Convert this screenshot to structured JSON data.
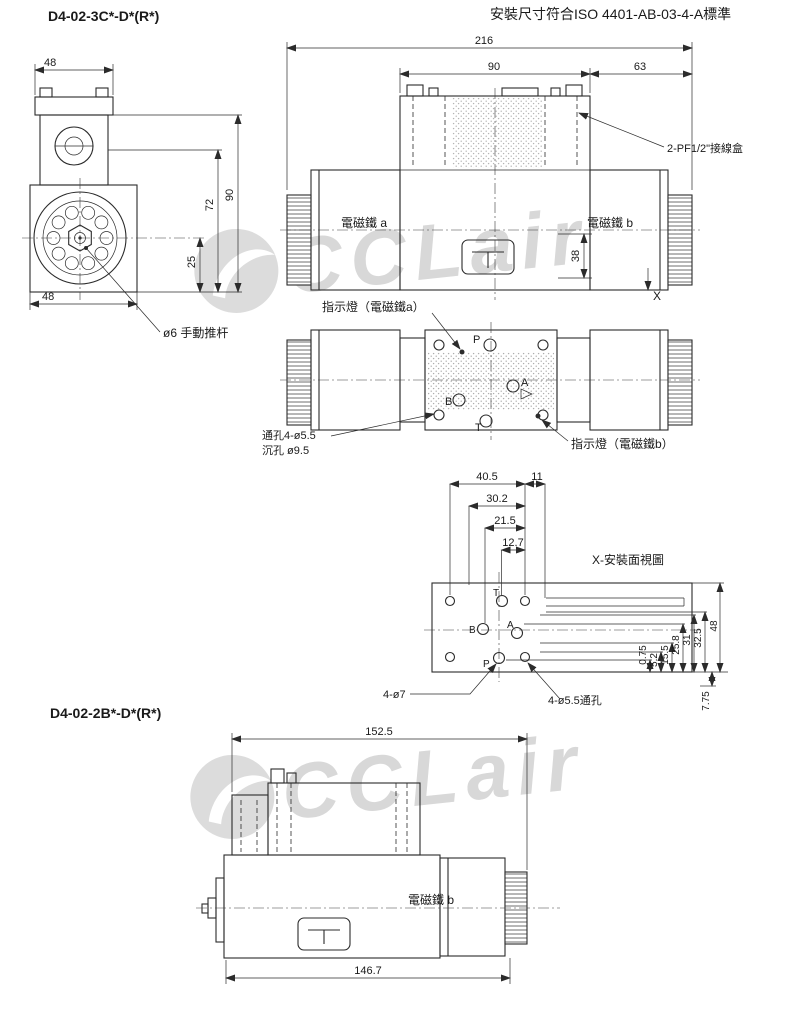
{
  "page": {
    "title_model_3c": "D4-02-3C*-D*(R*)",
    "title_standard": "安裝尺寸符合ISO 4401-AB-03-4-A標準",
    "title_model_2b": "D4-02-2B*-D*(R*)",
    "watermark": "CCLair"
  },
  "front_view": {
    "dim_width_top": "48",
    "dim_width_bottom": "48",
    "dim_h90": "90",
    "dim_h72": "72",
    "dim_h25": "25",
    "label_rod": "ø6 手動推杆"
  },
  "top_view": {
    "dim_total": "216",
    "dim_body": "90",
    "dim_solenoid": "63",
    "dim_38": "38",
    "solenoid_a": "電磁鐵 a",
    "solenoid_b": "電磁鐵 b",
    "junction_box": "2-PF1/2\"接線盒",
    "x_marker": "X"
  },
  "bottom_view": {
    "indicator_a": "指示燈（電磁鐵a）",
    "indicator_b": "指示燈（電磁鐵b）",
    "hole_line1": "通孔4-ø5.5",
    "hole_line2": "沉孔 ø9.5",
    "port_p": "P",
    "port_t": "T",
    "port_a": "A",
    "port_b": "B"
  },
  "mount_view": {
    "title": "X-安裝面視圖",
    "dim_40_5": "40.5",
    "dim_11": "11",
    "dim_30_2": "30.2",
    "dim_21_5": "21.5",
    "dim_12_7": "12.7",
    "dim_0_75": "0.75",
    "dim_5_2": "5.2",
    "dim_15_5": "15.5",
    "dim_25_8": "25.8",
    "dim_31": "31",
    "dim_32_5": "32.5",
    "dim_48": "48",
    "dim_7_75": "7.75",
    "label_4_7": "4-ø7",
    "label_4_55": "4-ø5.5通孔",
    "port_p": "P",
    "port_t": "T",
    "port_a": "A",
    "port_b": "B"
  },
  "side_view": {
    "dim_152_5": "152.5",
    "dim_146_7": "146.7",
    "solenoid_b": "電磁鐵 b"
  }
}
